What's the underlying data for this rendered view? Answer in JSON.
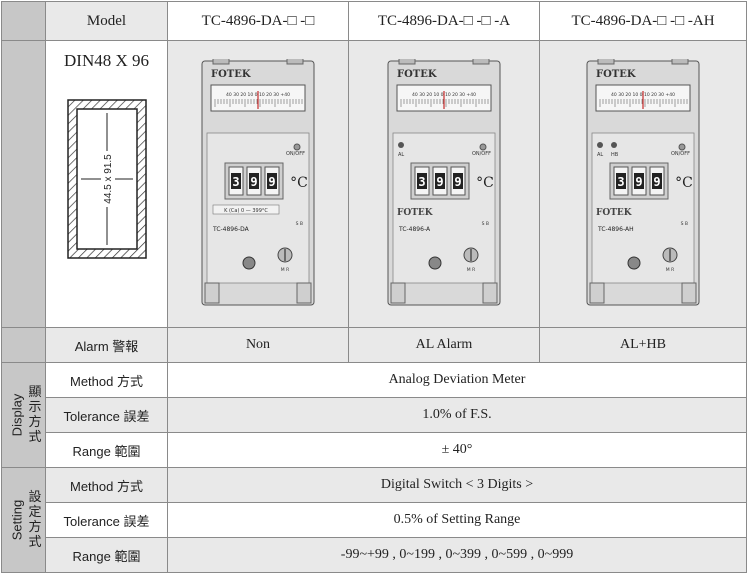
{
  "header": {
    "model_label": "Model",
    "models": [
      "TC-4896-DA-□ -□",
      "TC-4896-DA-□ -□ -A",
      "TC-4896-DA-□ -□ -AH"
    ]
  },
  "dimension": {
    "size_label": "DIN48 X 96",
    "cutout": "44.5 x 91.5"
  },
  "devices": [
    {
      "brand": "FOTEK",
      "scale": "40 30 20 10 0 10 20 30 +40",
      "onoff": "ON/OFF",
      "digits": [
        "3",
        "9",
        "9"
      ],
      "unit": "°C",
      "range_strip": "K (Ca) 0 — 399°C",
      "model": "TC-4896-DA",
      "sb": "S B",
      "mr": "M R",
      "labels": []
    },
    {
      "brand": "FOTEK",
      "scale": "40 30 20 10 0 10 20 30 +40",
      "onoff": "ON/OFF",
      "digits": [
        "3",
        "9",
        "9"
      ],
      "unit": "°C",
      "range_strip": "",
      "model": "TC-4896-A",
      "sb": "S B",
      "mr": "M R",
      "labels": [
        "AL"
      ]
    },
    {
      "brand": "FOTEK",
      "scale": "40 30 20 10 0 10 20 30 +40",
      "onoff": "ON/OFF",
      "digits": [
        "3",
        "9",
        "9"
      ],
      "unit": "°C",
      "range_strip": "",
      "model": "TC-4896-AH",
      "sb": "S B",
      "mr": "M R",
      "labels": [
        "AL",
        "HB"
      ]
    }
  ],
  "alarm": {
    "label": "Alarm 警報",
    "values": [
      "Non",
      "AL Alarm",
      "AL+HB"
    ]
  },
  "display": {
    "group_en": "Display",
    "group_cn": "顯示方式",
    "rows": [
      {
        "label": "Method 方式",
        "value": "Analog Deviation Meter"
      },
      {
        "label": "Tolerance 誤差",
        "value": "1.0% of F.S."
      },
      {
        "label": "Range 範圍",
        "value": "± 40°"
      }
    ]
  },
  "setting": {
    "group_en": "Setting",
    "group_cn": "設定方式",
    "rows": [
      {
        "label": "Method 方式",
        "value": "Digital Switch < 3 Digits >"
      },
      {
        "label": "Tolerance 誤差",
        "value": "0.5% of Setting Range"
      },
      {
        "label": "Range 範圍",
        "value": "-99~+99 , 0~199 , 0~399 , 0~599 , 0~999"
      }
    ]
  }
}
